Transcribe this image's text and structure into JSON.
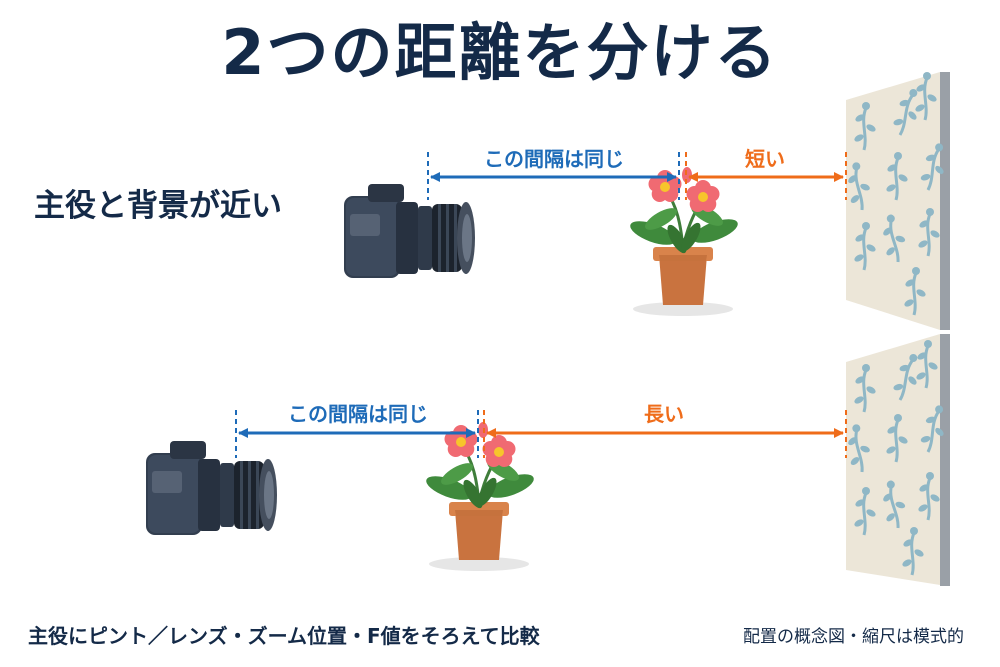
{
  "title": "2つの距離を分ける",
  "scene_top": {
    "label": "主役と背景が近い",
    "gap_same": "この間隔は同じ",
    "gap_bg": "短い"
  },
  "scene_bottom": {
    "gap_same": "この間隔は同じ",
    "gap_bg": "長い"
  },
  "footer": {
    "left": "主役にピント／レンズ・ズーム位置・F値をそろえて比較",
    "right": "配置の概念図・縮尺は模式的"
  },
  "colors": {
    "title": "#142a48",
    "same_gap": "#1e6bb8",
    "background_gap": "#ef6c1a",
    "wall_base": "#ece6d8",
    "wall_pattern": "#8fb7c6",
    "flower": "#f06a72",
    "pot": "#c9733f"
  },
  "icons": [
    "camera-icon",
    "flower-pot-icon",
    "floral-wall-icon"
  ]
}
